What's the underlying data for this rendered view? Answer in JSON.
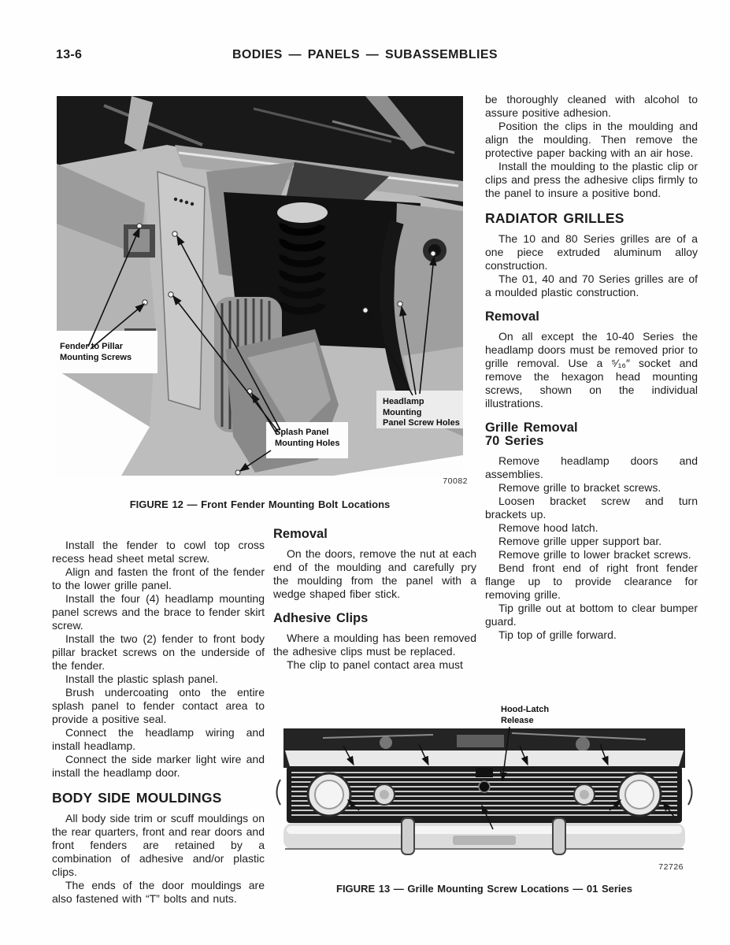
{
  "header": {
    "page_number": "13-6",
    "title": "BODIES — PANELS — SUBASSEMBLIES"
  },
  "figure12": {
    "caption": "FIGURE 12 — Front Fender Mounting Bolt Locations",
    "photo_code": "70082",
    "labels": {
      "fender_to_pillar": "Fender to Pillar\nMounting Screws",
      "headlamp_mounting": "Headlamp Mounting\nPanel Screw Holes",
      "splash_panel": "Splash Panel\nMounting Holes"
    }
  },
  "figure13": {
    "caption": "FIGURE 13 — Grille Mounting Screw Locations — 01 Series",
    "photo_code": "72726",
    "labels": {
      "hood_latch_release": "Hood-Latch\nRelease"
    }
  },
  "columns": {
    "left": [
      {
        "type": "p",
        "text": "Install the fender to cowl top cross recess head sheet metal screw."
      },
      {
        "type": "p",
        "text": "Align and fasten the front of the fender to the lower grille panel."
      },
      {
        "type": "p",
        "text": "Install the four (4) headlamp mounting panel screws and the brace to fender skirt screw."
      },
      {
        "type": "p",
        "text": "Install the two (2) fender to front body pillar bracket screws on the underside of the fender."
      },
      {
        "type": "p",
        "text": "Install the plastic splash panel."
      },
      {
        "type": "p",
        "text": "Brush undercoating onto the entire splash panel to fender contact area to provide a positive seal."
      },
      {
        "type": "p",
        "text": "Connect the headlamp wiring and install headlamp."
      },
      {
        "type": "p",
        "text": "Connect the side marker light wire and install the headlamp door."
      },
      {
        "type": "h1",
        "text": "BODY SIDE MOULDINGS"
      },
      {
        "type": "p",
        "text": "All body side trim or scuff mouldings on the rear quarters, front and rear doors and front fenders are retained by a combination of adhesive and/or plastic clips."
      },
      {
        "type": "p",
        "text": "The ends of the door mouldings are also fastened with “T” bolts and nuts."
      }
    ],
    "middle": [
      {
        "type": "h2",
        "text": "Removal"
      },
      {
        "type": "p",
        "text": "On the doors, remove the nut at each end of the moulding and carefully pry the moulding from the panel with a wedge shaped fiber stick."
      },
      {
        "type": "h2",
        "text": "Adhesive Clips"
      },
      {
        "type": "p",
        "text": "Where a moulding has been removed the adhesive clips must be replaced."
      },
      {
        "type": "p",
        "text": "The clip to panel contact area must"
      }
    ],
    "right": [
      {
        "type": "p",
        "indent": false,
        "text": "be thoroughly cleaned with alcohol to assure positive adhesion."
      },
      {
        "type": "p",
        "text": "Position the clips in the moulding and align the moulding. Then remove the protective paper backing with an air hose."
      },
      {
        "type": "p",
        "text": "Install the moulding to the plastic clip or clips and press the adhesive clips firmly to the panel to insure a positive bond."
      },
      {
        "type": "h1",
        "text": "RADIATOR GRILLES"
      },
      {
        "type": "p",
        "text": "The 10 and 80 Series grilles are of a one piece extruded aluminum alloy construction."
      },
      {
        "type": "p",
        "text": "The 01, 40 and 70 Series grilles are of a moulded plastic construction."
      },
      {
        "type": "h2",
        "text": "Removal"
      },
      {
        "type": "p",
        "text": "On all except the 10-40 Series the headlamp doors must be removed prior to grille removal. Use a ⁵⁄₁₆″ socket and remove the hexagon head mounting screws, shown on the individual illustrations."
      },
      {
        "type": "h2",
        "text": "Grille Removal\n70 Series"
      },
      {
        "type": "p",
        "text": "Remove headlamp doors and assemblies."
      },
      {
        "type": "p",
        "text": "Remove grille to bracket screws."
      },
      {
        "type": "p",
        "text": "Loosen bracket screw and turn brackets up."
      },
      {
        "type": "p",
        "text": "Remove hood latch."
      },
      {
        "type": "p",
        "text": "Remove grille upper support bar."
      },
      {
        "type": "p",
        "text": "Remove grille to lower bracket screws."
      },
      {
        "type": "p",
        "text": "Bend front end of right front fender flange up to provide clearance for removing grille."
      },
      {
        "type": "p",
        "text": "Tip grille out at bottom to clear bumper guard."
      },
      {
        "type": "p",
        "text": "Tip top of grille forward."
      }
    ]
  }
}
